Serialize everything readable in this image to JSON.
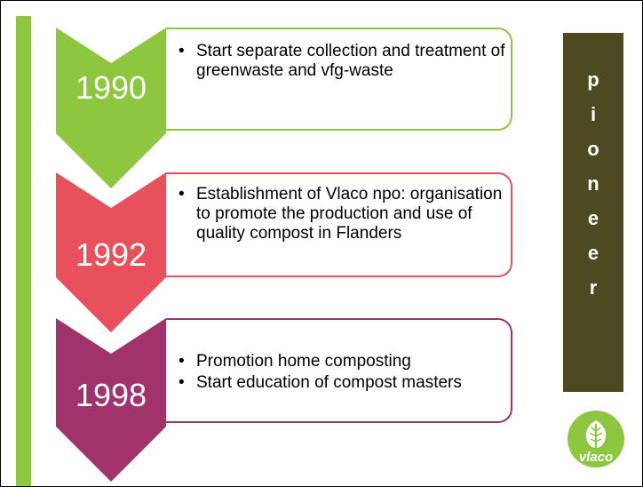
{
  "timeline": [
    {
      "year": "1990",
      "color": "#8dc63f",
      "border": "#8dc63f",
      "bullets": [
        "Start separate collection and treatment of greenwaste and vfg-waste"
      ]
    },
    {
      "year": "1992",
      "color": "#e8505b",
      "border": "#e8505b",
      "bullets": [
        "Establishment of Vlaco npo: organisation to promote the production and use of quality compost in Flanders"
      ]
    },
    {
      "year": "1998",
      "color": "#a0336b",
      "border": "#a0336b",
      "bullets": [
        "Promotion home composting",
        "Start education of compost masters"
      ]
    }
  ],
  "sidebar": {
    "letters": [
      "p",
      "i",
      "o",
      "n",
      "e",
      "e",
      "r"
    ],
    "color": "#4d4a22"
  },
  "logo": {
    "text": "vlaco",
    "color": "#8dc63f"
  },
  "bullet_glyph": "•"
}
